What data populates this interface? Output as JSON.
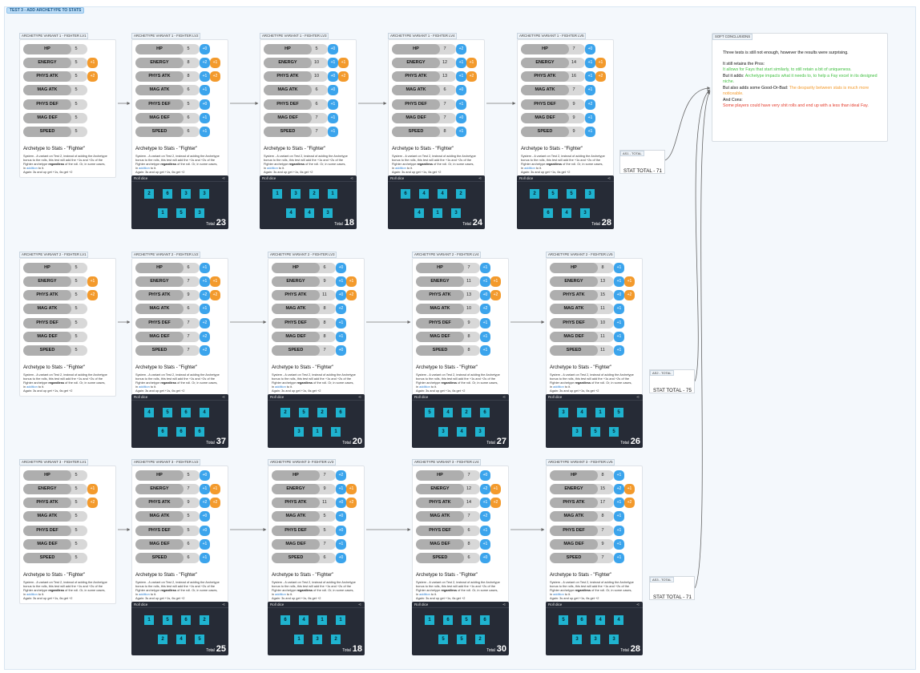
{
  "section_tag": "TEST 3 - ADD ARCHETYPE TO STATS",
  "stat_labels": [
    "HP",
    "ENERGY",
    "PHYS ATK",
    "MAG ATK",
    "PHYS DEF",
    "MAG DEF",
    "SPEED"
  ],
  "desc_title": "Archetype to Stats - \"Fighter\"",
  "desc_line1": "System - A variant on Test 2, instead of adding the Archetype",
  "desc_line2": "bonus to the rolls, this test will add the +1s and +2s of the",
  "desc_line3_pre": "Fighter archetype ",
  "desc_line3_bold": "regardless",
  "desc_line3_post": " of the roll. Or, in some cases,",
  "desc_line4_pre": "in ",
  "desc_line4_hl": "addition",
  "desc_line4_post": " to it.",
  "desc_line5": "Again: 3s and up get +1s, 6s get +2",
  "dice_header": "Roll dice",
  "dice_total_label": "Total",
  "rows": [
    {
      "frames": [
        {
          "label": "ARCHETYPE VARIANT 1 - FIGHTER LV1",
          "values": [
            "5",
            "5",
            "5",
            "5",
            "5",
            "5",
            "5"
          ],
          "bonus": [
            "",
            "",
            "",
            "",
            "",
            "",
            ""
          ],
          "arch": [
            "",
            "+1",
            "+2",
            "",
            "",
            "",
            ""
          ]
        },
        {
          "label": "ARCHETYPE VARIANT 1 - FIGHTER LV2",
          "values": [
            "5",
            "8",
            "8",
            "6",
            "5",
            "6",
            "6"
          ],
          "bonus": [
            "+0",
            "+2",
            "+1",
            "+1",
            "+0",
            "+1",
            "+1"
          ],
          "arch": [
            "",
            "+1",
            "+2",
            "",
            "",
            "",
            ""
          ],
          "dice": {
            "top": [
              "2",
              "6",
              "3",
              "3"
            ],
            "bottom": [
              "1",
              "5",
              "3"
            ],
            "total": "23"
          }
        },
        {
          "label": "ARCHETYPE VARIANT 1 - FIGHTER LV3",
          "values": [
            "5",
            "10",
            "10",
            "6",
            "6",
            "7",
            "7"
          ],
          "bonus": [
            "+0",
            "+1",
            "+0",
            "+0",
            "+1",
            "+1",
            "+1"
          ],
          "arch": [
            "",
            "+1",
            "+2",
            "",
            "",
            "",
            ""
          ],
          "dice": {
            "top": [
              "1",
              "3",
              "2",
              "1"
            ],
            "bottom": [
              "4",
              "4",
              "3"
            ],
            "total": "18"
          }
        },
        {
          "label": "ARCHETYPE VARIANT 1 - FIGHTER LV4",
          "values": [
            "7",
            "12",
            "13",
            "6",
            "7",
            "7",
            "8"
          ],
          "bonus": [
            "+2",
            "+1",
            "+1",
            "+0",
            "+1",
            "+0",
            "+1"
          ],
          "arch": [
            "",
            "+1",
            "+2",
            "",
            "",
            "",
            ""
          ],
          "dice": {
            "top": [
              "6",
              "4",
              "4",
              "2"
            ],
            "bottom": [
              "4",
              "1",
              "3"
            ],
            "total": "24"
          }
        },
        {
          "label": "ARCHETYPE VARIANT 1 - FIGHTER LV5",
          "values": [
            "7",
            "14",
            "16",
            "7",
            "9",
            "9",
            "9"
          ],
          "bonus": [
            "+0",
            "+1",
            "+1",
            "+1",
            "+2",
            "+1",
            "+1"
          ],
          "arch": [
            "",
            "+1",
            "+2",
            "",
            "",
            "",
            ""
          ],
          "dice": {
            "top": [
              "2",
              "5",
              "5",
              "3"
            ],
            "bottom": [
              "6",
              "4",
              "3"
            ],
            "total": "28"
          }
        }
      ],
      "total_label": "AS1 - TOTAL",
      "total_text": "STAT TOTAL - 71"
    },
    {
      "frames": [
        {
          "label": "ARCHETYPE VARIANT 2 - FIGHTER LV1",
          "values": [
            "5",
            "5",
            "5",
            "5",
            "5",
            "5",
            "5"
          ],
          "bonus": [
            "",
            "",
            "",
            "",
            "",
            "",
            ""
          ],
          "arch": [
            "",
            "+1",
            "+2",
            "",
            "",
            "",
            ""
          ]
        },
        {
          "label": "ARCHETYPE VARIANT 2 - FIGHTER LV2",
          "values": [
            "6",
            "7",
            "9",
            "6",
            "7",
            "7",
            "7"
          ],
          "bonus": [
            "+1",
            "+1",
            "+2",
            "+1",
            "+2",
            "+2",
            "+2"
          ],
          "arch": [
            "",
            "+1",
            "+2",
            "",
            "",
            "",
            ""
          ],
          "dice": {
            "top": [
              "4",
              "5",
              "6",
              "4"
            ],
            "bottom": [
              "6",
              "6",
              "6"
            ],
            "total": "37"
          }
        },
        {
          "label": "ARCHETYPE VARIANT 2 - FIGHTER LV3",
          "values": [
            "6",
            "9",
            "11",
            "8",
            "8",
            "8",
            "7"
          ],
          "bonus": [
            "+0",
            "+1",
            "+0",
            "+2",
            "+1",
            "+1",
            "+0"
          ],
          "arch": [
            "",
            "+1",
            "+2",
            "",
            "",
            "",
            ""
          ],
          "dice": {
            "top": [
              "2",
              "5",
              "2",
              "6"
            ],
            "bottom": [
              "3",
              "1",
              "1"
            ],
            "total": "20"
          }
        },
        {
          "label": "ARCHETYPE VARIANT 2 - FIGHTER LV4",
          "values": [
            "7",
            "11",
            "13",
            "10",
            "9",
            "8",
            "8"
          ],
          "bonus": [
            "+1",
            "+1",
            "+0",
            "+2",
            "+1",
            "+1",
            "+1"
          ],
          "arch": [
            "",
            "+1",
            "+2",
            "",
            "",
            "",
            ""
          ],
          "dice": {
            "top": [
              "5",
              "4",
              "2",
              "6"
            ],
            "bottom": [
              "3",
              "4",
              "3"
            ],
            "total": "27"
          }
        },
        {
          "label": "ARCHETYPE VARIANT 2 - FIGHTER LV5",
          "values": [
            "8",
            "13",
            "15",
            "11",
            "10",
            "11",
            "11"
          ],
          "bonus": [
            "+1",
            "+1",
            "+0",
            "+1",
            "+1",
            "+1",
            "+1"
          ],
          "arch": [
            "",
            "+1",
            "+2",
            "",
            "",
            "",
            ""
          ],
          "dice": {
            "top": [
              "3",
              "4",
              "1",
              "5"
            ],
            "bottom": [
              "3",
              "5",
              "5"
            ],
            "total": "26"
          }
        }
      ],
      "total_label": "AS2 - TOTAL",
      "total_text": "STAT TOTAL - 75"
    },
    {
      "frames": [
        {
          "label": "ARCHETYPE VARIANT 3 - FIGHTER LV1",
          "values": [
            "5",
            "5",
            "5",
            "5",
            "5",
            "5",
            "5"
          ],
          "bonus": [
            "",
            "",
            "",
            "",
            "",
            "",
            ""
          ],
          "arch": [
            "",
            "+1",
            "+2",
            "",
            "",
            "",
            ""
          ]
        },
        {
          "label": "ARCHETYPE VARIANT 3 - FIGHTER LV2",
          "values": [
            "5",
            "7",
            "9",
            "5",
            "5",
            "6",
            "6"
          ],
          "bonus": [
            "+0",
            "+1",
            "+2",
            "+0",
            "+0",
            "+1",
            "+1"
          ],
          "arch": [
            "",
            "+1",
            "+2",
            "",
            "",
            "",
            ""
          ],
          "dice": {
            "top": [
              "1",
              "5",
              "6",
              "2"
            ],
            "bottom": [
              "2",
              "4",
              "5"
            ],
            "total": "25"
          }
        },
        {
          "label": "ARCHETYPE VARIANT 3- FIGHTER LV3",
          "values": [
            "7",
            "9",
            "11",
            "5",
            "5",
            "7",
            "6"
          ],
          "bonus": [
            "+2",
            "+1",
            "+0",
            "+0",
            "+0",
            "+1",
            "+0"
          ],
          "arch": [
            "",
            "+1",
            "+2",
            "",
            "",
            "",
            ""
          ],
          "dice": {
            "top": [
              "6",
              "4",
              "1",
              "1"
            ],
            "bottom": [
              "1",
              "3",
              "2"
            ],
            "total": "18"
          }
        },
        {
          "label": "ARCHETYPE VARIANT 3 - FIGHTER LV4",
          "values": [
            "7",
            "12",
            "14",
            "7",
            "6",
            "8",
            "6"
          ],
          "bonus": [
            "+0",
            "+2",
            "+1",
            "+2",
            "+1",
            "+1",
            "+0"
          ],
          "arch": [
            "",
            "+1",
            "+2",
            "",
            "",
            "",
            ""
          ],
          "dice": {
            "top": [
              "1",
              "6",
              "5",
              "6"
            ],
            "bottom": [
              "5",
              "5",
              "2"
            ],
            "total": "30"
          }
        },
        {
          "label": "ARCHETYPE VARIANT 3 - FIGHTER LV5",
          "values": [
            "8",
            "15",
            "17",
            "8",
            "7",
            "9",
            "7"
          ],
          "bonus": [
            "+1",
            "+2",
            "+1",
            "+1",
            "+1",
            "+1",
            "+1"
          ],
          "arch": [
            "",
            "+1",
            "+2",
            "",
            "",
            "",
            ""
          ],
          "dice": {
            "top": [
              "5",
              "6",
              "4",
              "4"
            ],
            "bottom": [
              "3",
              "3",
              "3"
            ],
            "total": "28"
          }
        }
      ],
      "total_label": "AS3 - TOTAL",
      "total_text": "STAT TOTAL - 71"
    }
  ],
  "conclusions": {
    "label": "SOFT CONCLUSIONS",
    "intro": "Three tests is still not enough, however the results were surprising.",
    "pros_head": "It still retains the Pros:",
    "pros_text": "It allows for Fays that start similarly, to still retain a bit of uniqueness.",
    "adds_head": "But it adds: ",
    "adds_text": "Archetype impacts what it needs to, to help a Fay excel in its designed niche.",
    "good_bad_head": "But also adds some Good-Or-Bad: ",
    "good_bad_text": "The desparity between stats is much more noticeable.",
    "cons_head": "And Cons:",
    "cons_text": "Some players could have very shit rolls and end up with a less than ideal Fay.",
    "colors": {
      "green": "#3fbf3f",
      "orange": "#f39a2c",
      "red": "#e43c2c"
    }
  },
  "colors": {
    "bonus_blue": "#3ba4ec",
    "arch_orange": "#f39a2c",
    "die": "#1fb3cf",
    "dice_bg": "#262b36"
  },
  "icons": {
    "share": "share-icon"
  }
}
